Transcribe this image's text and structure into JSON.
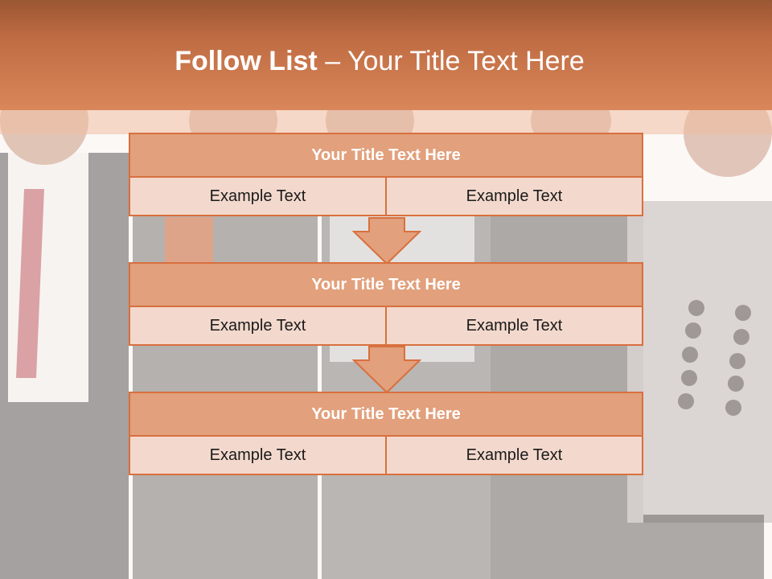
{
  "slide": {
    "title_bold": "Follow List",
    "title_rest": " – Your Title Text Here"
  },
  "steps": [
    {
      "title": "Your Title Text Here",
      "left": "Example Text",
      "right": "Example Text"
    },
    {
      "title": "Your Title Text Here",
      "left": "Example Text",
      "right": "Example Text"
    },
    {
      "title": "Your Title Text Here",
      "left": "Example Text",
      "right": "Example Text"
    }
  ],
  "colors": {
    "accent": "#d8703f",
    "title_fill": "#e2a07c",
    "cell_fill": "#f3d9cd"
  }
}
